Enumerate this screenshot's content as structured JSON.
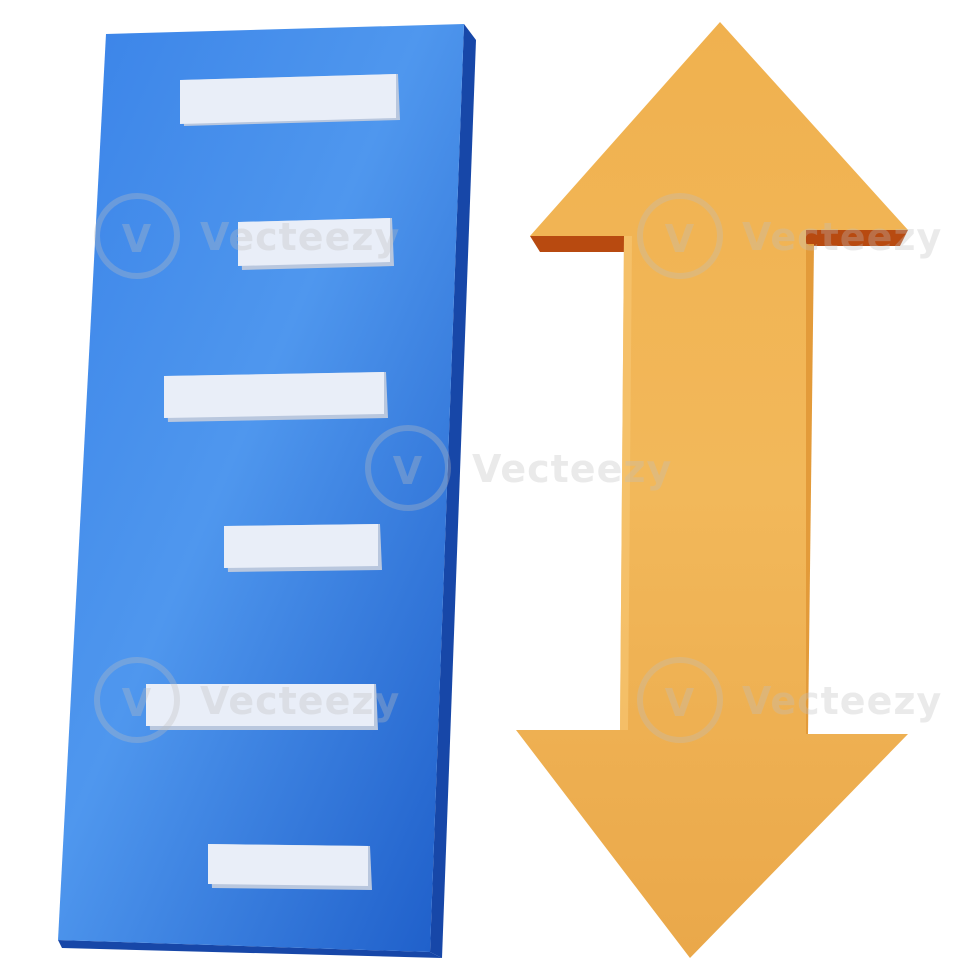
{
  "illustration": {
    "subject": "height-measure-icon",
    "ruler": {
      "marks": 6,
      "colors": {
        "light": "#5a9ff0",
        "mid": "#2e79e2",
        "dark": "#1a55c2",
        "edge": "#1345a6",
        "mark_face": "#e9eef8",
        "mark_shadow": "#b6c4dc"
      }
    },
    "arrow": {
      "direction": "up-down",
      "colors": {
        "face": "#f2b454",
        "face_dark": "#e39b3a",
        "edge": "#b84a10"
      }
    }
  },
  "watermark": {
    "text": "Vecteezy",
    "logo_glyph": "V",
    "color": "#c8c8c8"
  }
}
